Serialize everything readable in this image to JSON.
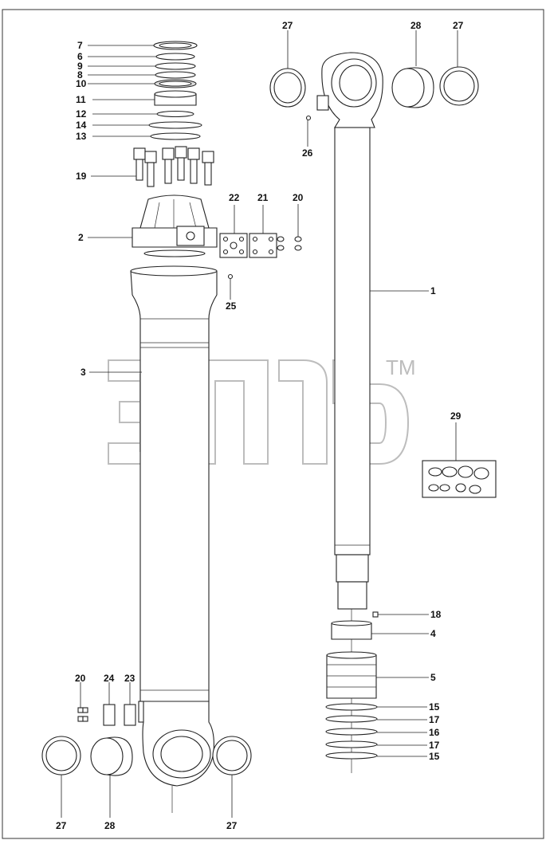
{
  "watermark": {
    "trademark": "TM"
  },
  "labels": {
    "l1": "1",
    "l2": "2",
    "l3": "3",
    "l4": "4",
    "l5": "5",
    "l6": "6",
    "l7": "7",
    "l8": "8",
    "l9": "9",
    "l10": "10",
    "l11": "11",
    "l12": "12",
    "l13": "13",
    "l14": "14",
    "l15a": "15",
    "l15b": "15",
    "l16": "16",
    "l17a": "17",
    "l17b": "17",
    "l18": "18",
    "l19": "19",
    "l20a": "20",
    "l20b": "20",
    "l21": "21",
    "l22": "22",
    "l23": "23",
    "l24": "24",
    "l25": "25",
    "l26": "26",
    "l27a": "27",
    "l27b": "27",
    "l27c": "27",
    "l27d": "27",
    "l28a": "28",
    "l28b": "28",
    "l29": "29"
  }
}
